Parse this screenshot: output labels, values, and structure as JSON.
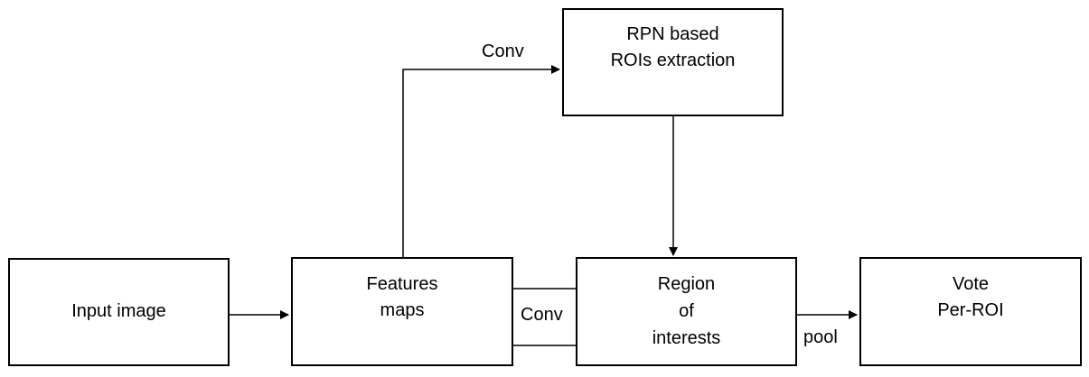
{
  "nodes": {
    "rpn": {
      "lines": [
        "RPN based",
        "ROIs extraction"
      ]
    },
    "input": {
      "lines": [
        "Input image"
      ]
    },
    "features": {
      "lines": [
        "Features",
        "maps"
      ]
    },
    "region": {
      "lines": [
        "Region",
        "of",
        "interests"
      ]
    },
    "vote": {
      "lines": [
        "Vote",
        "Per-ROI"
      ]
    }
  },
  "edges": {
    "conv_top": "Conv",
    "conv_mid": "Conv",
    "pool": "pool"
  },
  "colors": {
    "stroke": "#000000",
    "background": "#ffffff"
  }
}
